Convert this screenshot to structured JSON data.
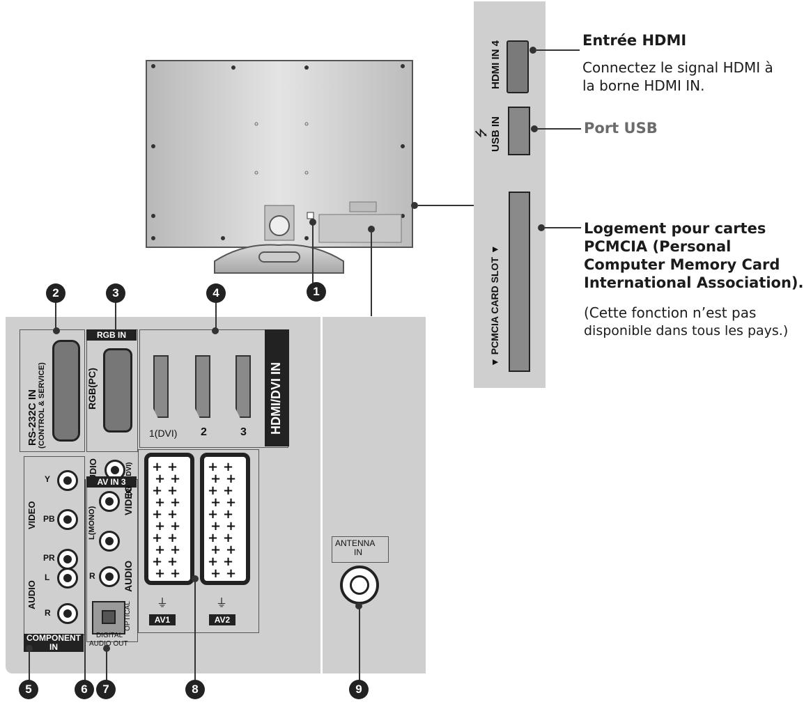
{
  "callouts": {
    "hdmi_title": "Entrée HDMI",
    "hdmi_line1": "Connectez le signal HDMI à",
    "hdmi_line2": "la borne HDMI IN.",
    "usb_title": "Port USB",
    "pcmcia_line1": "Logement pour cartes",
    "pcmcia_line2": "PCMCIA (Personal",
    "pcmcia_line3": "Computer Memory Card",
    "pcmcia_line4": "International Association).",
    "pcmcia_note1": "(Cette fonction n’est pas",
    "pcmcia_note2": "disponible dans tous les pays.)"
  },
  "side_panel": {
    "hdmi4": "HDMI IN 4",
    "usb": "USB IN",
    "usb_symbol": "⭍",
    "pcmcia": "▼ PCMCIA CARD SLOT ▼"
  },
  "rear_panel": {
    "rs232": "RS-232C IN",
    "rs232_sub": "(CONTROL & SERVICE)",
    "rgb_in": "RGB IN",
    "rgb_pc": "RGB(PC)",
    "hdmi_dvi": "HDMI/DVI IN",
    "hdmi_ports": [
      "1(DVI)",
      "2",
      "3"
    ],
    "audio_rgbdvi": "AUDIO",
    "audio_rgbdvi_sub": "(RGB/DVI)",
    "av_in3": "AV IN 3",
    "video": "VIDEO",
    "audio": "AUDIO",
    "l_mono": "L(MONO)",
    "r": "R",
    "y": "Y",
    "pb": "PB",
    "pr": "PR",
    "component_video": "VIDEO",
    "component_audio": "AUDIO",
    "component_l": "L",
    "component_r": "R",
    "component_in": "COMPONENT",
    "component_in2": "IN",
    "optical": "OPTICAL",
    "digital_audio_out1": "DIGITAL",
    "digital_audio_out2": "AUDIO OUT",
    "av1": "AV1",
    "av2": "AV2",
    "antenna1": "ANTENNA",
    "antenna2": "IN"
  },
  "numbers": [
    "1",
    "2",
    "3",
    "4",
    "5",
    "6",
    "7",
    "8",
    "9"
  ],
  "colors": {
    "panel": "#cfcfcf",
    "badge": "#222222",
    "usb_text": "#6b6b6b"
  }
}
